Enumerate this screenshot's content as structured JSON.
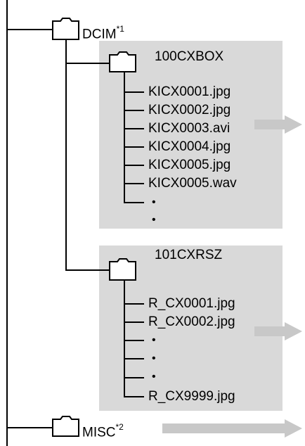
{
  "root": {
    "folders": [
      {
        "name": "DCIM",
        "note": "*1",
        "subfolders": [
          {
            "name": "100CXBOX",
            "files": [
              "KICX0001.jpg",
              "KICX0002.jpg",
              "KICX0003.avi",
              "KICX0004.jpg",
              "KICX0005.jpg",
              "KICX0005.wav",
              "•",
              "•"
            ]
          },
          {
            "name": "101CXRSZ",
            "files": [
              "R_CX0001.jpg",
              "R_CX0002.jpg",
              "•",
              "•",
              "•",
              "R_CX9999.jpg"
            ]
          }
        ]
      },
      {
        "name": "MISC",
        "note": "*2"
      }
    ]
  },
  "colors": {
    "line": "#000000",
    "box": "#d9d9d9",
    "arrow": "#c8c8c8"
  },
  "icons": [
    "folder-icon",
    "arrow-right-icon"
  ]
}
